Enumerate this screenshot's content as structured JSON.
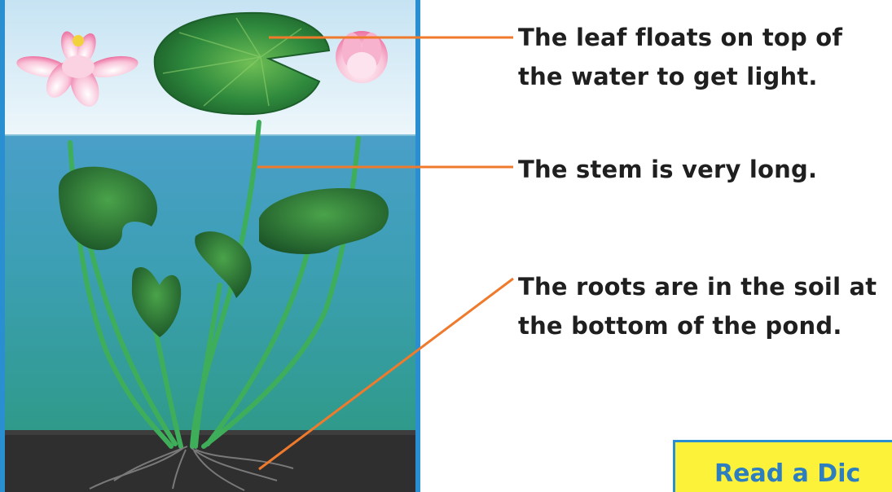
{
  "labels": {
    "leaf": [
      "The leaf floats on top of",
      "the water to get light."
    ],
    "stem": [
      "The stem is very long."
    ],
    "roots": [
      "The roots are in the soil at",
      "the bottom of the pond."
    ]
  },
  "title_tab": "Read a Dic",
  "colors": {
    "pointer_line": "#f07a2c",
    "sky": "#d8ecf6",
    "water": "#3f9fae",
    "soil": "#2e2e2e",
    "lily_pad": "#2f8a3d",
    "flower": "#f48fb8",
    "frame": "#2a8fd0",
    "tab_fill": "#fdf23a",
    "tab_text": "#2d7ec0"
  }
}
